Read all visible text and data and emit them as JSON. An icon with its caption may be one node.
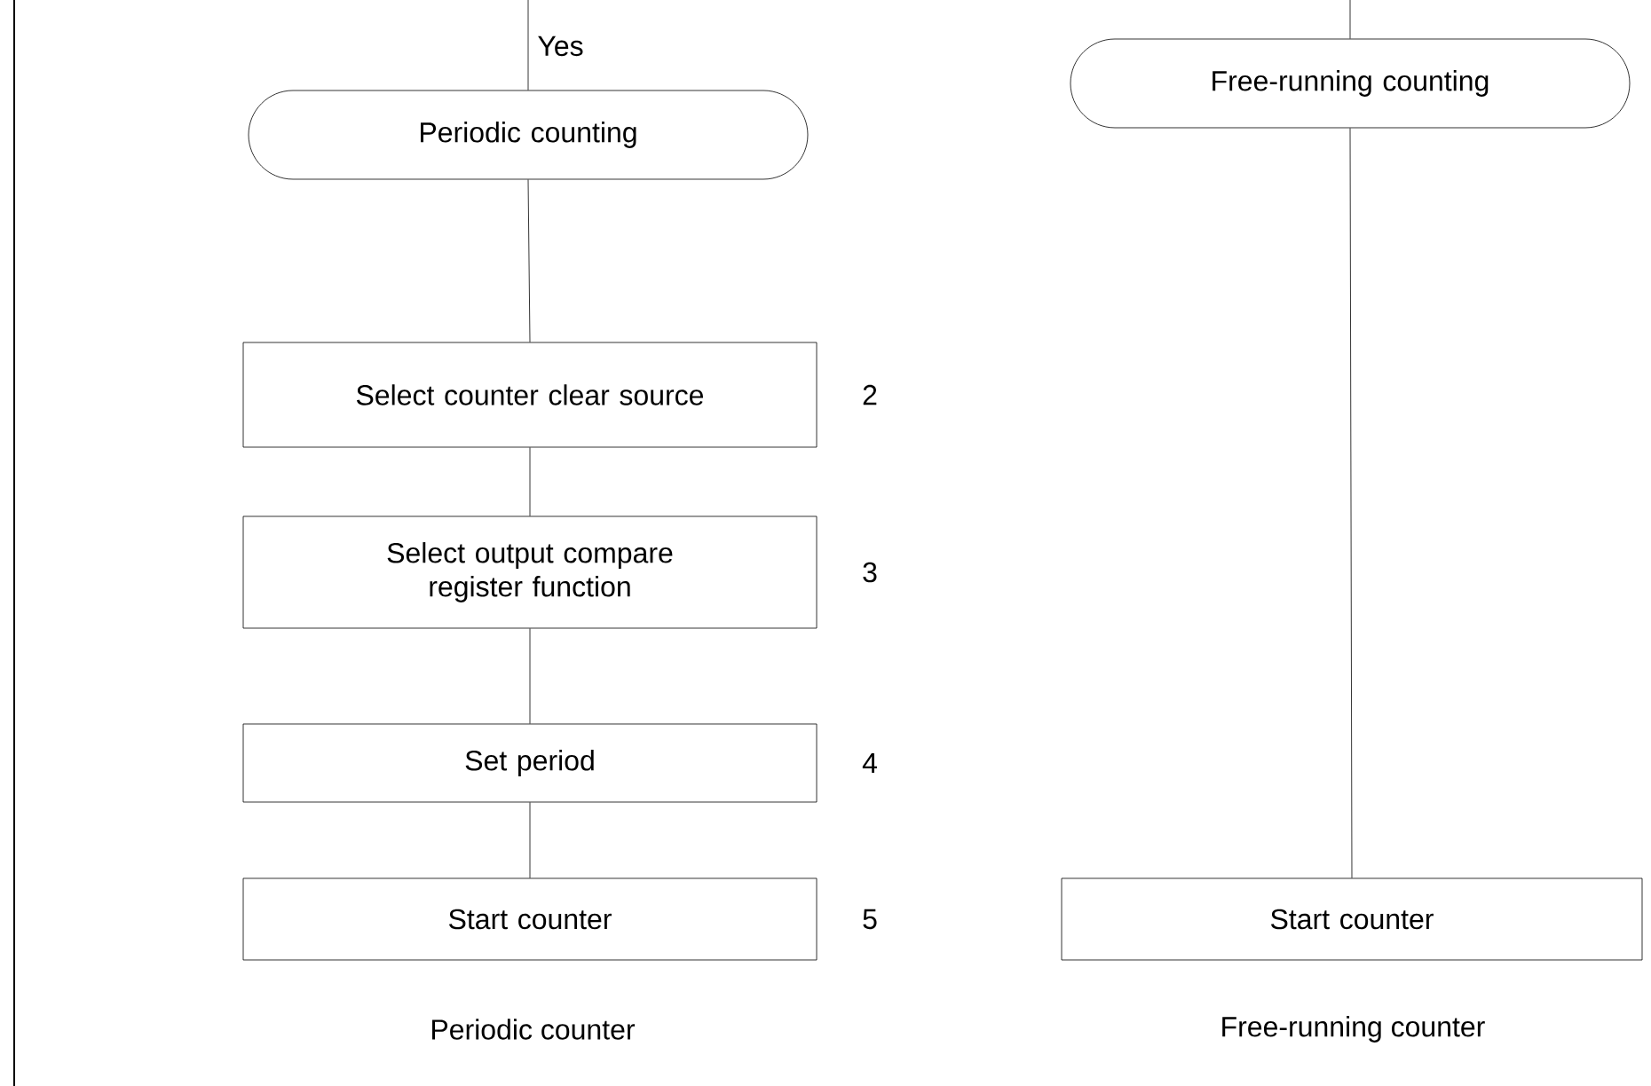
{
  "diagram": {
    "nodes": [
      {
        "text": [
          "Periodic counting"
        ]
      },
      {
        "text": [
          "Select counter clear source"
        ],
        "beside": [
          "2"
        ]
      },
      {
        "text": [
          "Select output compare register function"
        ],
        "beside": [
          "3"
        ]
      },
      {
        "text": [
          "Set period"
        ],
        "beside": [
          "4"
        ]
      },
      {
        "text": [
          "Start counter"
        ],
        "beside": [
          "5"
        ]
      },
      {
        "text": [
          "Free-running counting"
        ]
      },
      {
        "text": [
          "Start counter"
        ]
      }
    ],
    "edges": [
      {
        "from": null,
        "to": 0,
        "arrow": "none",
        "label": "Yes"
      },
      {
        "from": 0,
        "to": 1,
        "arrow": "none"
      },
      {
        "from": 1,
        "to": 2,
        "arrow": "none"
      },
      {
        "from": 2,
        "to": 3,
        "arrow": "none"
      },
      {
        "from": 3,
        "to": 4,
        "arrow": "none"
      },
      {
        "from": null,
        "to": 5,
        "arrow": "none"
      },
      {
        "from": 5,
        "to": 6,
        "arrow": "none"
      }
    ],
    "labels": [
      "Periodic counter",
      "Free-running counter"
    ]
  }
}
